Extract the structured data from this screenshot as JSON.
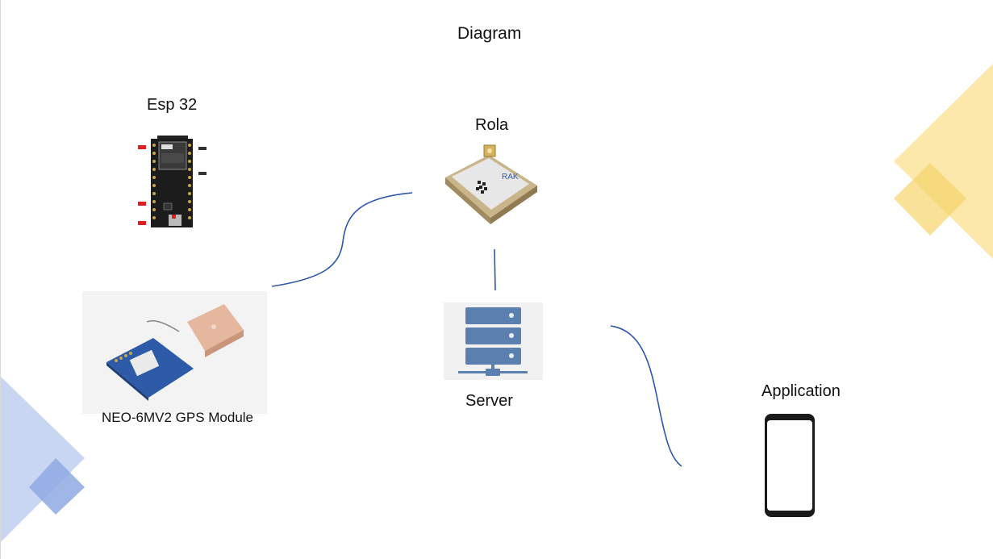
{
  "diagram": {
    "title": "Diagram",
    "nodes": {
      "esp32": {
        "label": "Esp 32"
      },
      "rola": {
        "label": "Rola",
        "chip_brand": "RAK"
      },
      "gps": {
        "label": "NEO-6MV2 GPS Module"
      },
      "server": {
        "label": "Server"
      },
      "application": {
        "label": "Application"
      }
    },
    "colors": {
      "connector": "#2e57a8",
      "deco_blue": "#8ea9e3",
      "deco_yellow": "#f7d87a",
      "server_blue": "#5b7fae"
    }
  }
}
